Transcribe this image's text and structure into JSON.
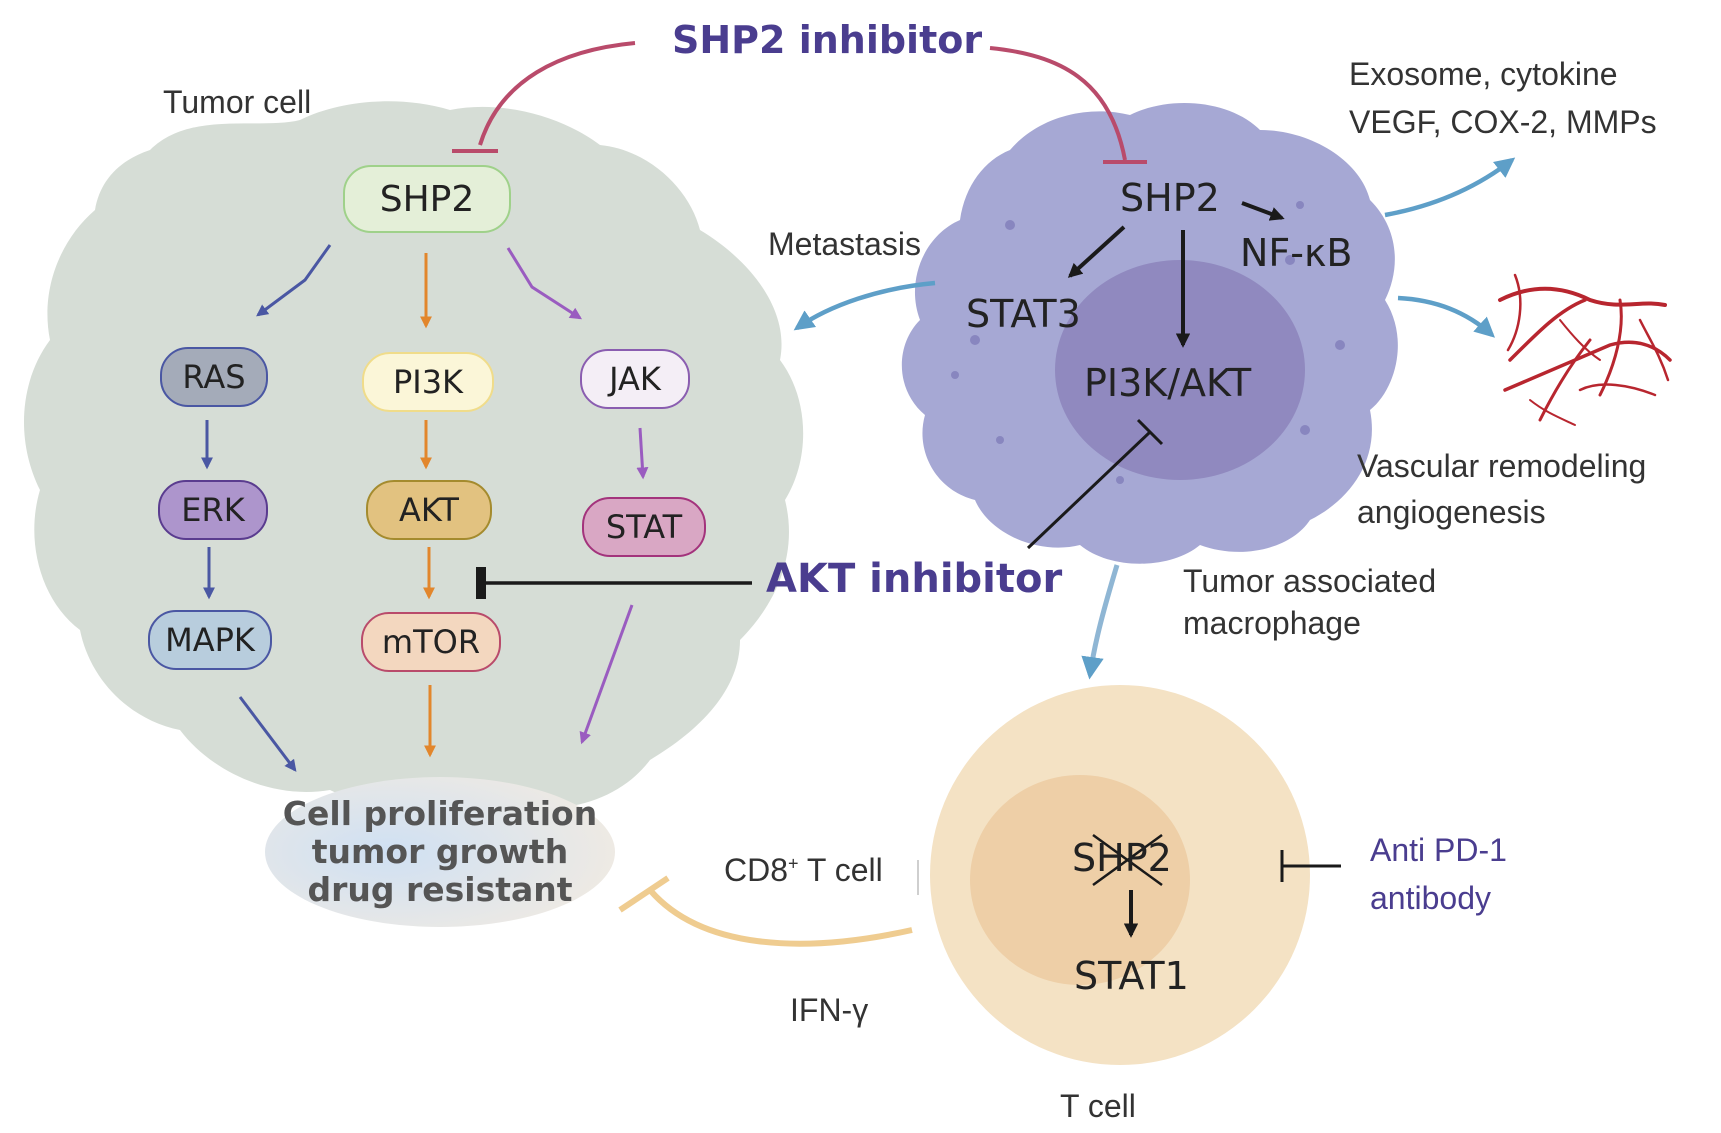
{
  "title_shp2_inhibitor": "SHP2 inhibitor",
  "title_akt_inhibitor": "AKT inhibitor",
  "tumor_cell": {
    "label": "Tumor cell",
    "shp2": "SHP2",
    "ras": "RAS",
    "erk": "ERK",
    "mapk": "MAPK",
    "pi3k": "PI3K",
    "akt": "AKT",
    "mtor": "mTOR",
    "jak": "JAK",
    "stat": "STAT"
  },
  "outcome": {
    "line1": "Cell proliferation",
    "line2": "tumor growth",
    "line3": "drug resistant"
  },
  "macrophage": {
    "shp2": "SHP2",
    "nfkb": "NF-κB",
    "stat3": "STAT3",
    "pi3k_akt": "PI3K/AKT",
    "label_line1": "Tumor associated",
    "label_line2": "macrophage"
  },
  "metastasis": "Metastasis",
  "secreted_line1": "Exosome, cytokine",
  "secreted_line2": "VEGF, COX-2, MMPs",
  "vascular_line1": "Vascular remodeling",
  "vascular_line2": "angiogenesis",
  "tcell": {
    "shp2": "SHP2",
    "stat1": "STAT1",
    "label": "T cell"
  },
  "cd8_prefix": "CD8",
  "cd8_sup": "+",
  "cd8_suffix": " T cell",
  "ifn": "IFN-γ",
  "anti_pd1_line1": "Anti PD-1",
  "anti_pd1_line2": "antibody",
  "colors": {
    "tumor_fill": "#d6ddd6",
    "macrophage_fill": "#a6a8d4",
    "macrophage_nucleus": "#9089bf",
    "tcell_outer": "#f4e2c4",
    "tcell_inner": "#eecfa7",
    "inhibitor_text": "#4a3d8f",
    "shp2_inhibitor_line": "#b94b6b",
    "ras_path": "#4a57a3",
    "pi3k_path": "#e2862c",
    "jak_path": "#9a5cc0",
    "blue_arrow": "#5e9fc8",
    "ifn_line": "#efcc90",
    "vessel": "#b8262f"
  }
}
